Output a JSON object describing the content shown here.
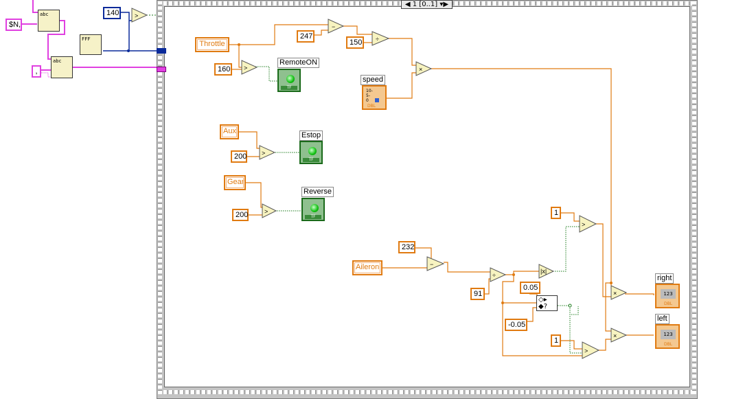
{
  "structure": {
    "case_selector": "1 [0..1]"
  },
  "outside": {
    "const_140": "140",
    "const_format": "$N,",
    "const_delim": ","
  },
  "controls": {
    "throttle": "Throttle",
    "aux": "Aux",
    "gear": "Gear",
    "aileron": "Aileron"
  },
  "constants": {
    "c247": "247",
    "c150": "150",
    "c160": "160",
    "c200a": "200",
    "c200b": "200",
    "c232": "232",
    "c91": "91",
    "c0_05": "0.05",
    "cm0_05": "-0.05",
    "c1a": "1",
    "c1b": "1"
  },
  "indicators": {
    "remote_on": "RemoteON",
    "estop": "Estop",
    "reverse": "Reverse",
    "speed": "speed",
    "right": "right",
    "left": "left"
  },
  "colors": {
    "numeric_wire": "#e07a10",
    "boolean_wire": "#1a7a1a",
    "string_wire": "#e040e0",
    "integer_wire": "#0a2a9a"
  }
}
